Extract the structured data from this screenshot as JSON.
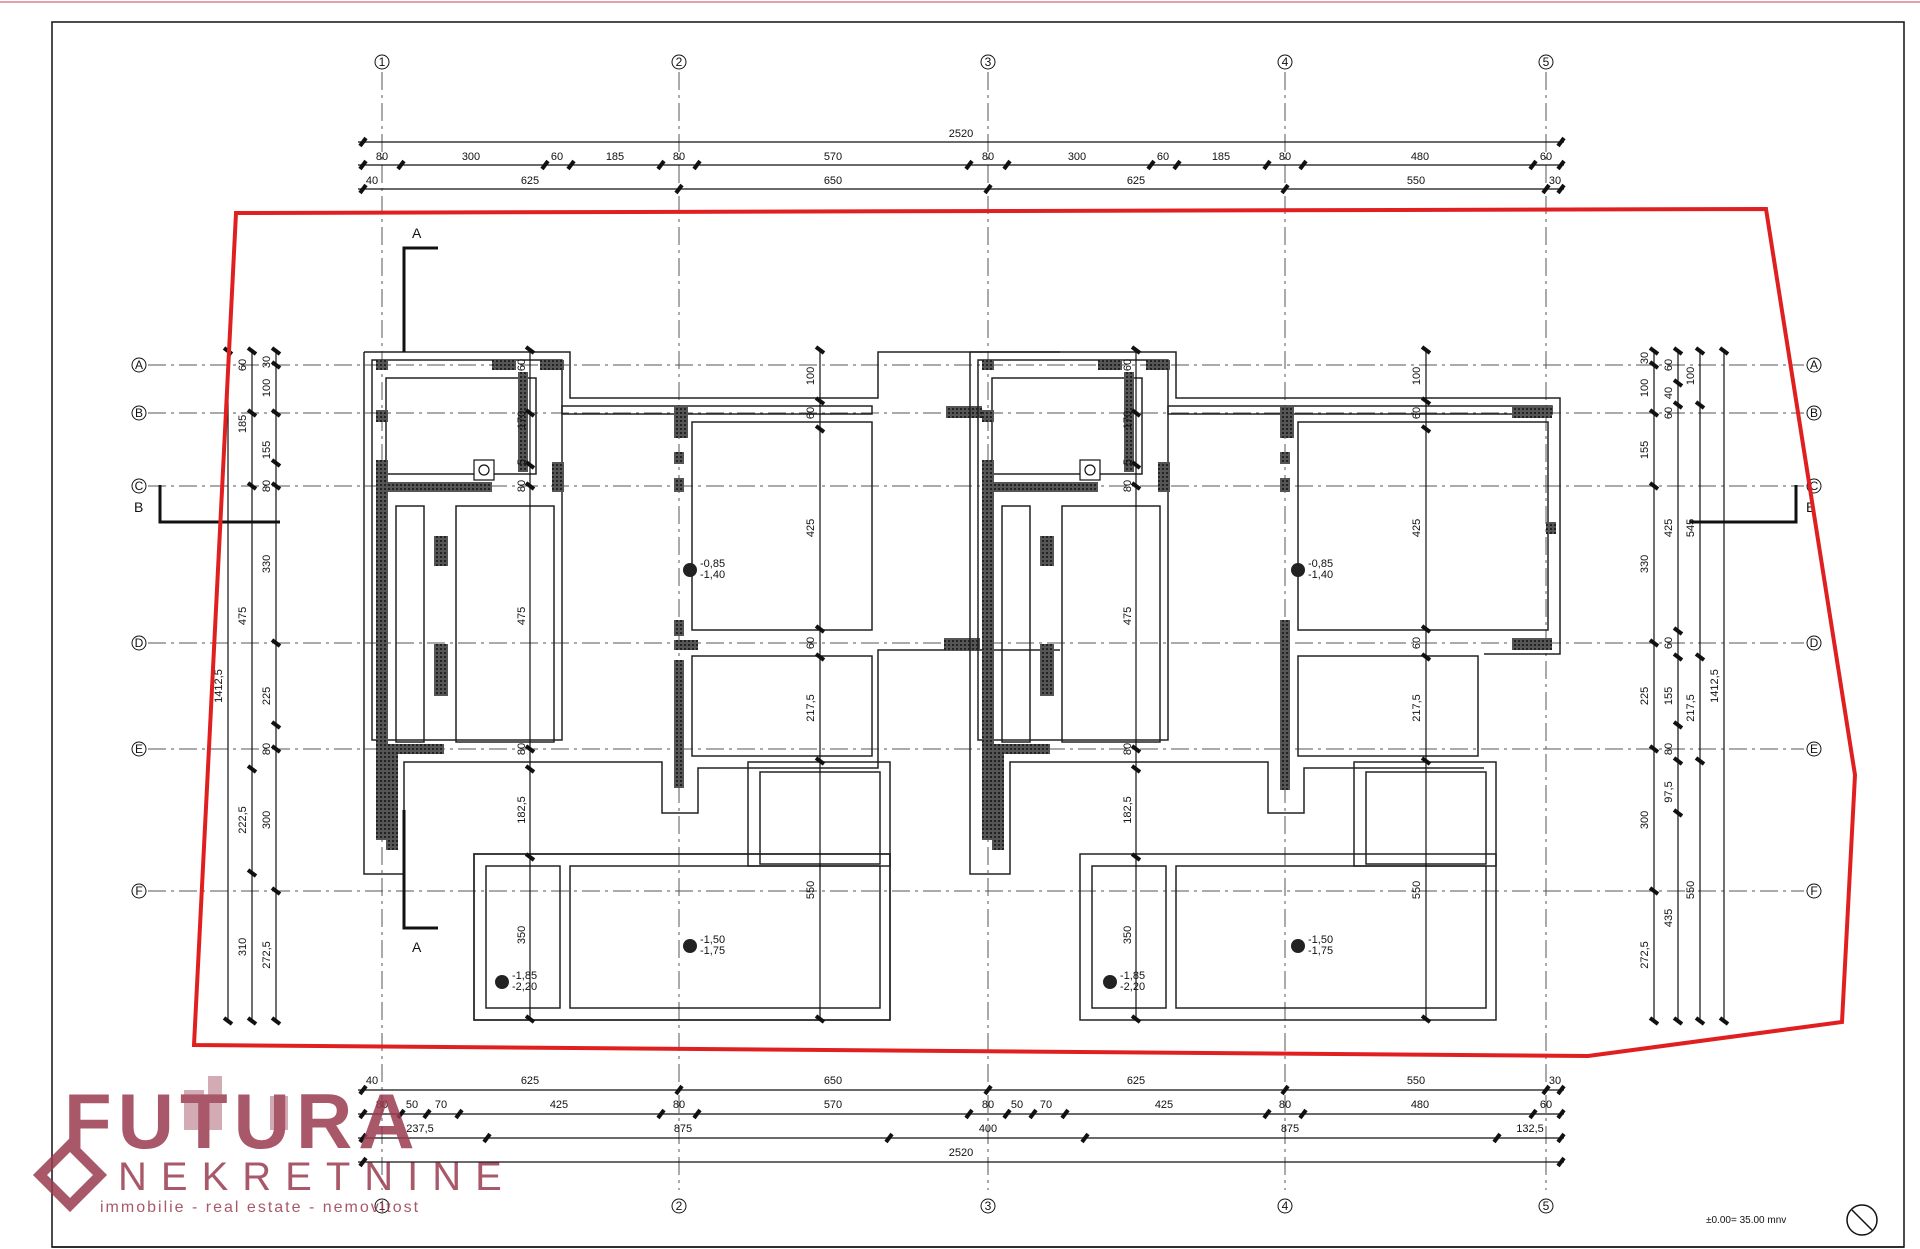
{
  "grid_columns": [
    "1",
    "2",
    "3",
    "4",
    "5"
  ],
  "grid_rows": [
    "A",
    "B",
    "C",
    "D",
    "E",
    "F"
  ],
  "top_dims": {
    "total": "2520",
    "row1": [
      "80",
      "300",
      "60",
      "185",
      "80",
      "570",
      "80",
      "300",
      "60",
      "185",
      "80",
      "480",
      "60"
    ],
    "row2": [
      "40",
      "625",
      "650",
      "625",
      "550",
      "30"
    ]
  },
  "bottom_dims": {
    "row1": [
      "40",
      "625",
      "650",
      "625",
      "550",
      "30"
    ],
    "row2": [
      "80",
      "50",
      "70",
      "425",
      "80",
      "570",
      "80",
      "50",
      "70",
      "425",
      "80",
      "480",
      "60"
    ],
    "row3": [
      "237,5",
      "875",
      "400",
      "875",
      "132,5"
    ],
    "total": "2520"
  },
  "left_dims": {
    "outer": "1412,5",
    "col_a": [
      "60",
      "185",
      "475",
      "222,5",
      "310"
    ],
    "col_b": [
      "30",
      "100",
      "155",
      "80",
      "330",
      "225",
      "80",
      "300",
      "272,5"
    ]
  },
  "right_dims": {
    "col_a": [
      "30",
      "100",
      "155",
      "330",
      "225",
      "300",
      "272,5"
    ],
    "col_b": [
      "60",
      "40",
      "60",
      "425",
      "60",
      "155",
      "80",
      "97,5",
      "435"
    ],
    "col_c": [
      "100",
      "545",
      "217,5",
      "550"
    ],
    "col_d": [
      "1412,5"
    ]
  },
  "inner_dims": {
    "unit1_a": [
      "60",
      "170",
      "5",
      "80",
      "475",
      "80",
      "182,5",
      "350"
    ],
    "unit1_b": [
      "100",
      "60",
      "425",
      "60",
      "217,5",
      "550"
    ],
    "unit2_a": [
      "60",
      "170",
      "5",
      "80",
      "475",
      "80",
      "182,5",
      "350"
    ],
    "unit2_b": [
      "100",
      "60",
      "425",
      "60",
      "217,5",
      "550"
    ]
  },
  "section_marks": {
    "a_top": "A",
    "a_bottom": "A",
    "b_left": "B",
    "b_right": "B"
  },
  "levels": {
    "u1_room": [
      "-0,85",
      "-1,40"
    ],
    "u1_pool": [
      "-1,50",
      "-1,75"
    ],
    "u1_small": [
      "-1,85",
      "-2,20"
    ],
    "u2_room": [
      "-0,85",
      "-1,40"
    ],
    "u2_pool": [
      "-1,50",
      "-1,75"
    ],
    "u2_small": [
      "-1,85",
      "-2,20"
    ]
  },
  "elevation_note": "±0.00= 35.00 mnv",
  "logo": {
    "name": "FUTURA",
    "sub": "NEKRETNINE",
    "tagline": "immobilie - real estate - nemovitost"
  },
  "colors": {
    "plot_outline": "#e02020",
    "logo": "#9a3b50",
    "line": "#111111"
  }
}
